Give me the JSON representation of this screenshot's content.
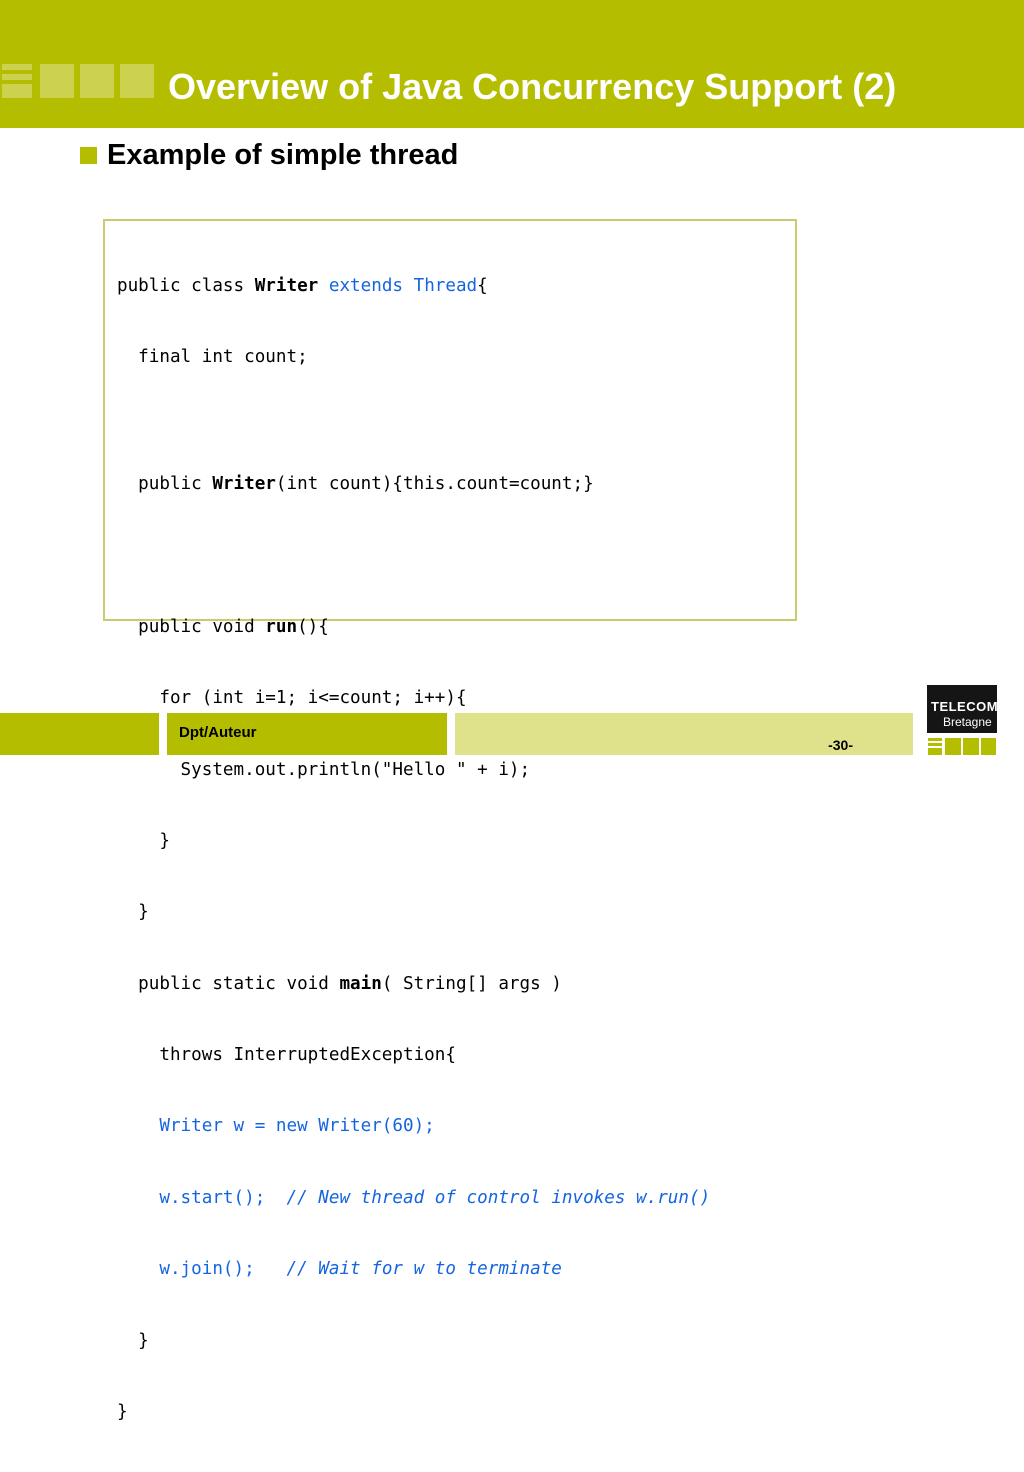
{
  "slide": {
    "title": "Overview of Java Concurrency Support (2)",
    "bullet": "Example of simple thread"
  },
  "code_lines": {
    "l1": {
      "a": "public class ",
      "b": "Writer",
      "c": " extends Thread",
      "d": "{"
    },
    "l2": "  final int count;",
    "l3": {
      "a": "  public ",
      "b": "Writer",
      "c": "(int count){this.count=count;}"
    },
    "l4": "",
    "l5": {
      "a": "  public void ",
      "b": "run",
      "c": "(){"
    },
    "l6": "    for (int i=1; i<=count; i++){",
    "l7": "      System.out.println(\"Hello \" + i);",
    "l8": "    }",
    "l9": "  }",
    "l10": {
      "a": "  public static void ",
      "b": "main",
      "c": "( String[] args )"
    },
    "l11": "    throws InterruptedException{",
    "l12": "    Writer w = new Writer(60);",
    "l13": {
      "a": "    w.start();  ",
      "b": "// New thread of control invokes w.run()"
    },
    "l14": {
      "a": "    w.join();   ",
      "b": "// Wait for w to terminate"
    },
    "l15": "  }",
    "l16": "}"
  },
  "footer": {
    "author": "Dpt/Auteur",
    "page_number": "-30-"
  },
  "logo": {
    "line1": "TELECOM",
    "line2": "Bretagne"
  },
  "colors": {
    "accent": "#b5bd00",
    "accent_light": "#dfe28a",
    "code_blue": "#1565e0"
  }
}
